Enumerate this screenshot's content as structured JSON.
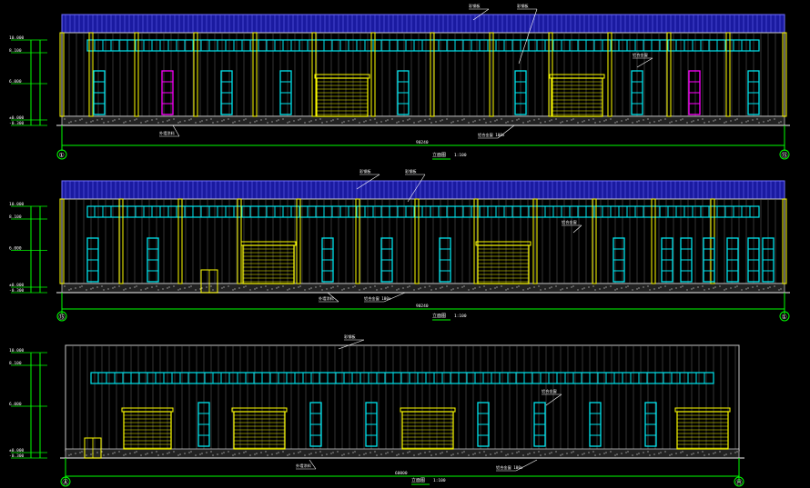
{
  "colors": {
    "background": "#000000",
    "wall_line": "#c8c8c8",
    "column": "#ffff00",
    "roof_fill": "#1a1aa0",
    "roof_line": "#7070ff",
    "window": "#00e5ee",
    "window_alt": "#ff00ff",
    "dimension": "#00ff00",
    "text": "#ffffff",
    "door": "#ffff00",
    "base": "#ffffff"
  },
  "elevations": [
    {
      "id": "elev-1",
      "left_axis": "①",
      "right_axis": "⑮",
      "overall_dim": "90240",
      "title": "立面图",
      "scale": "1:100",
      "level_labels": [
        "10.000",
        "8.100",
        "6.000",
        "±0.000",
        "-0.300"
      ],
      "notes": [
        "彩钢板",
        "彩钢板",
        "铝合金窗",
        "外墙涂料",
        "铝合金窗 100x"
      ]
    },
    {
      "id": "elev-2",
      "left_axis": "⑮",
      "right_axis": "①",
      "overall_dim": "90240",
      "title": "立面图",
      "scale": "1:100",
      "level_labels": [
        "10.000",
        "8.100",
        "6.000",
        "±0.000",
        "-0.300"
      ],
      "notes": [
        "彩钢板",
        "彩钢板",
        "铝合金窗",
        "外墙涂料",
        "铝合金窗 100x"
      ]
    },
    {
      "id": "elev-3",
      "left_axis": "Ⓐ",
      "right_axis": "Ⓗ",
      "overall_dim": "60000",
      "title": "立面图",
      "scale": "1:100",
      "level_labels": [
        "10.000",
        "8.100",
        "6.000",
        "±0.000",
        "-0.300"
      ],
      "notes": [
        "彩钢板",
        "铝合金窗",
        "外墙涂料",
        "铝合金窗 100x"
      ]
    }
  ]
}
